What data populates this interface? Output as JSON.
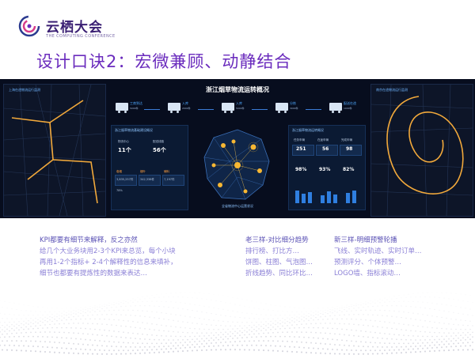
{
  "logo": {
    "name_cn": "云栖大会",
    "name_en": "THE COMPUTING CONFERENCE"
  },
  "slide_title": "设计口诀2：宏微兼顾、动静结合",
  "dashboard": {
    "left_panel_label": "上海在途物流运行监测",
    "right_panel_label": "南京在途物流运行监测",
    "title": "浙江烟草物流运转概况",
    "flow": [
      {
        "label": "工商到达",
        "num": "5000件"
      },
      {
        "label": "入库",
        "num": "2000件"
      },
      {
        "label": "入库",
        "num": "5000件"
      },
      {
        "label": "分拣",
        "num": "3000件"
      },
      {
        "label": "配送在途",
        "num": "1000件"
      }
    ],
    "left_kpi": {
      "head": "浙江烟草物流基础建设概况",
      "stats": [
        {
          "label": "物流中心",
          "value": "11个"
        },
        {
          "label": "配送线路",
          "value": "56个"
        }
      ],
      "boxes": [
        {
          "label": "卷烟",
          "value": "3,835,257件",
          "sub": "78%"
        },
        {
          "label": "烟叶",
          "value": "342,338件",
          "sub": ""
        },
        {
          "label": "辅料",
          "value": "7,197件",
          "sub": ""
        }
      ]
    },
    "right_kpi": {
      "head": "浙江烟草物流运转概况",
      "stats": [
        {
          "label": "任务车辆",
          "value": "251"
        },
        {
          "label": "在途车辆",
          "value": "56"
        },
        {
          "label": "完成车辆",
          "value": "98"
        }
      ],
      "pcts": [
        "98%",
        "93%",
        "82%"
      ]
    },
    "center_label": "全省物流中心运营状况"
  },
  "col1": {
    "title": "KPI都要有细节来解释，反之亦然",
    "lines": [
      "给几个大业务块用2-3个KPI来总览，每个小块",
      "再用1-2个指标+ 2-4个解释性的信息来填补，",
      "细节也都要有提炼性的数据来表达…"
    ]
  },
  "col2": {
    "title": "老三样-对比细分趋势",
    "lines": [
      "排行榜、打比方…",
      "饼图、柱图、气泡图…",
      "折线趋势、同比环比…"
    ]
  },
  "col3": {
    "title": "新三样-明细预警轮播",
    "lines": [
      "飞线、实时轨迹、实时订单…",
      "预测评分、个体预警…",
      "LOGO墙、指标滚动…"
    ]
  }
}
